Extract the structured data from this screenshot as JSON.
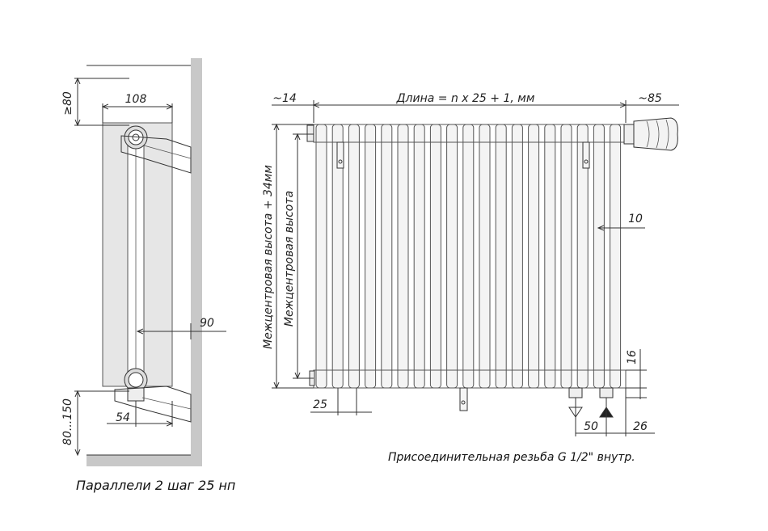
{
  "side_view": {
    "dim_top": "≥80",
    "dim_width": "108",
    "dim_depth": "90",
    "dim_bottom": "80...150",
    "dim_pipe": "54",
    "caption": "Параллели 2 шаг 25 нп"
  },
  "front_view": {
    "dim_left": "~14",
    "dim_length": "Длина = n x 25 + 1, мм",
    "dim_right": "~85",
    "dim_height_total": "Межцентровая высота + 34мм",
    "dim_height_center": "Межцентровая высота",
    "dim_gap": "10",
    "dim_bottom_gap": "16",
    "dim_step": "25",
    "dim_inlets": "50",
    "dim_edge": "26",
    "caption": "Присоединительная резьба G 1/2\" внутр.",
    "section_count": 19
  }
}
